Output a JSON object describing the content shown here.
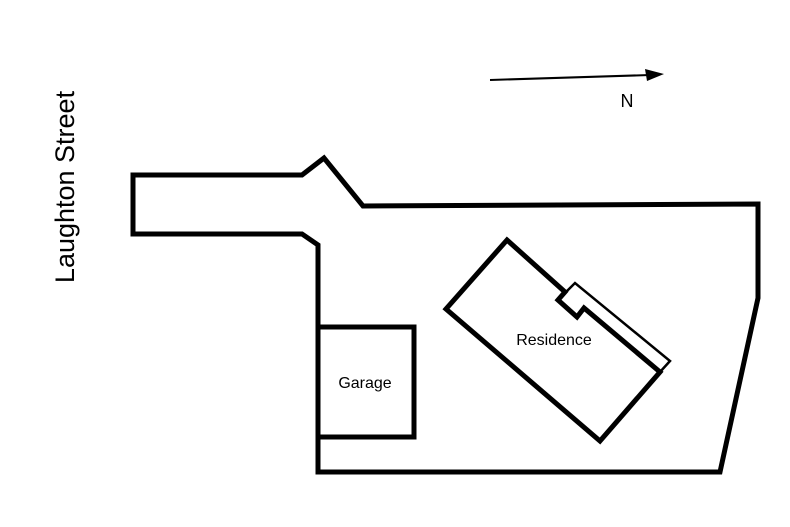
{
  "street_label": "Laughton Street",
  "north_label": "N",
  "buildings": {
    "garage": "Garage",
    "residence": "Residence"
  },
  "colors": {
    "line": "#000000",
    "background": "#ffffff"
  }
}
